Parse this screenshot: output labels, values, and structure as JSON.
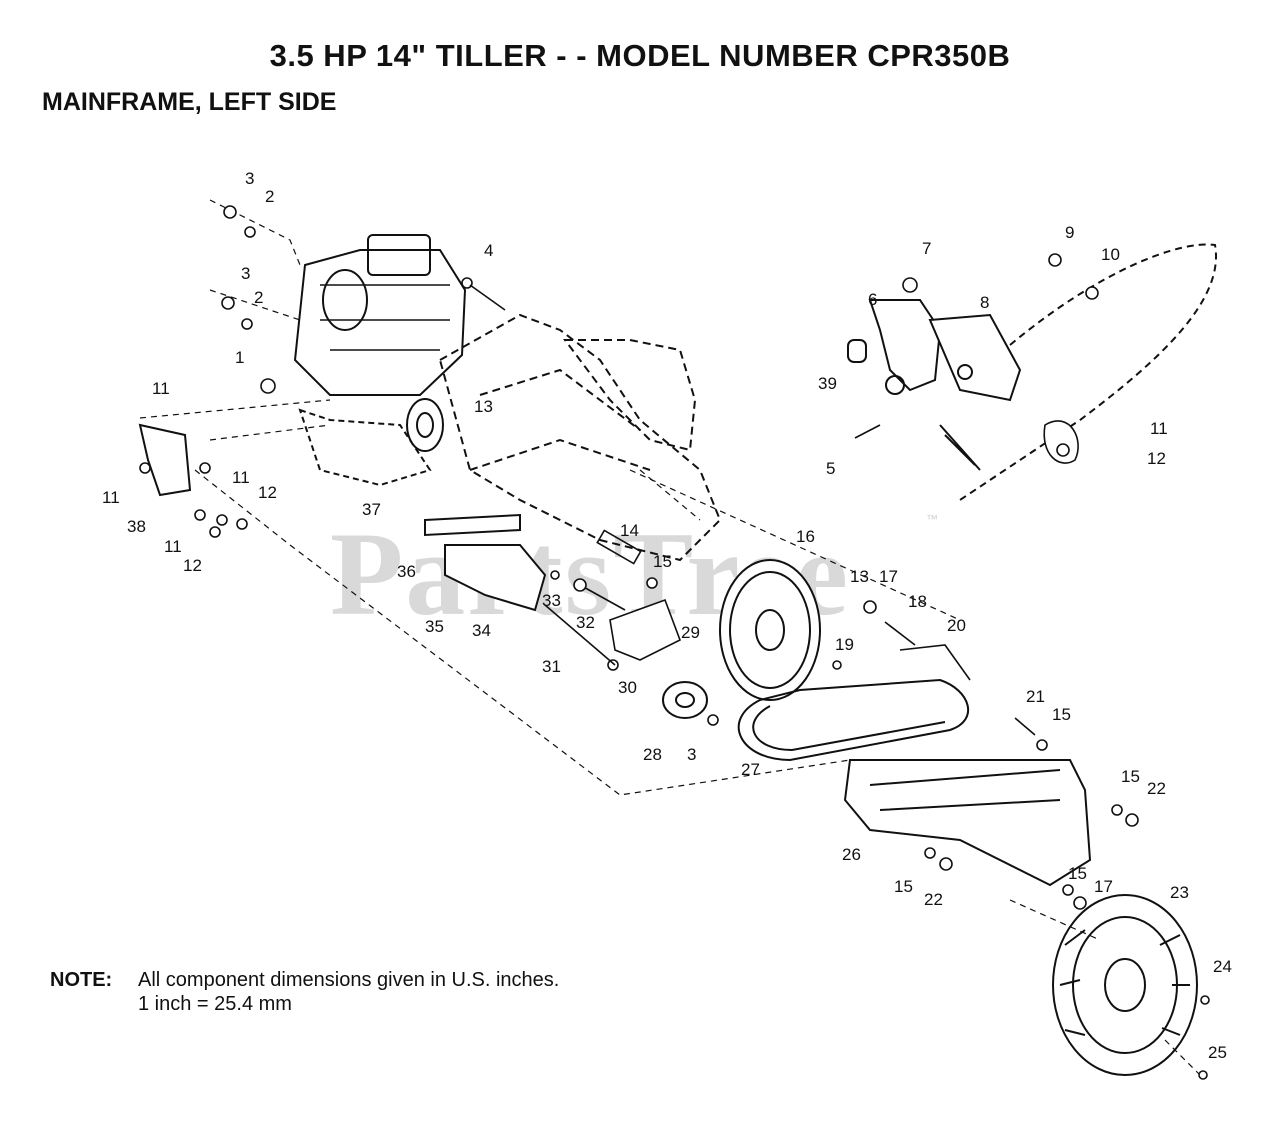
{
  "header": {
    "title": "3.5 HP 14\" TILLER - - MODEL NUMBER CPR350B",
    "subtitle": "MAINFRAME, LEFT SIDE"
  },
  "watermark": {
    "text": "PartsTree",
    "trademark": "™"
  },
  "callouts": [
    "3",
    "2",
    "3",
    "2",
    "1",
    "4",
    "11",
    "13",
    "37",
    "11",
    "38",
    "11",
    "12",
    "11",
    "12",
    "36",
    "7",
    "6",
    "8",
    "9",
    "10",
    "39",
    "5",
    "11",
    "12",
    "14",
    "15",
    "16",
    "13",
    "17",
    "18",
    "19",
    "20",
    "35",
    "34",
    "33",
    "32",
    "29",
    "31",
    "30",
    "28",
    "3",
    "21",
    "15",
    "27",
    "15",
    "22",
    "26",
    "15",
    "22",
    "15",
    "17",
    "23",
    "24",
    "25"
  ],
  "note": {
    "label": "NOTE:",
    "line1": "All component dimensions given in U.S. inches.",
    "line2": "1 inch = 25.4 mm"
  }
}
